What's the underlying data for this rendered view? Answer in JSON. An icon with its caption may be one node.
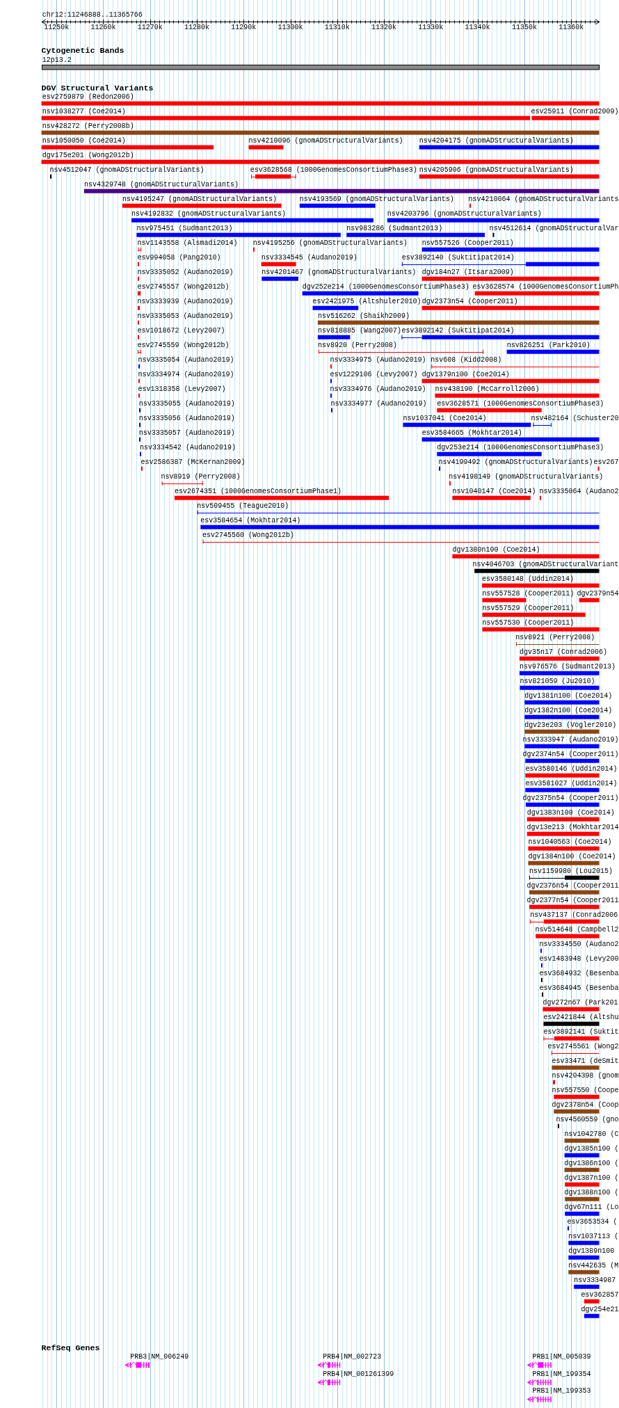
{
  "diagram": {
    "labels": [
      "chr12:11246888..11365766",
      "11250k",
      "11260k",
      "11270k",
      "11280k",
      "11290k",
      "11300k",
      "11310k",
      "11320k",
      "11330k",
      "11340k",
      "11350k",
      "11360k",
      "Cytogenetic Bands",
      "12p13.2",
      "DGV Structural Variants",
      "esv2759879 (Redon2006)",
      "nsv1038277 (Coe2014)",
      "esv25911 (Conrad2009)",
      "nsv428272 (Perry2008b)",
      "nsv1050050 (Coe2014)",
      "nsv4210096 (gnomADStructuralVariants)",
      "nsv4204175 (gnomADStructuralVariants)",
      "dgv175e201 (Wong2012b)",
      "nsv4512047 (gnomADStructuralVariants)",
      "esv3628568 (1000GenomesConsortiumPhase3)",
      "nsv4205906 (gnomADStructuralVariants)",
      "nsv4329748 (gnomADStructuralVariants)",
      "nsv4195247 (gnomADStructuralVariants)",
      "nsv4193569 (gnomADStructuralVariants)",
      "nsv4210064 (gnomADStructuralVariants",
      "nsv4192832 (gnomADStructuralVariants)",
      "nsv4203796 (gnomADStructuralVariants)",
      "nsv975451 (Sudmant2013)",
      "nsv983286 (Sudmant2013)",
      "nsv4512614 (gnomADStructuralVar",
      "nsv1143558 (Alsmadi2014)",
      "nsv4195256 (gnomADStructuralVariants)",
      "nsv557526 (Cooper2011)",
      "esv994058 (Pang2010)",
      "nsv3334545 (Audano2019)",
      "esv3892140 (Suktitipat2014)",
      "nsv3335052 (Audano2019)",
      "nsv4201467 (gnomADStructuralVariants)",
      "dgv184n27 (Itsara2009)",
      "esv2745557 (Wong2012b)",
      "dgv252e214 (1000GenomesConsortiumPhase3)",
      "esv3628574 (1000GenomesConsortiumPh",
      "nsv3333939 (Audano2019)",
      "esv2421975 (Altshuler2010)",
      "dgv2373n54 (Cooper2011)",
      "nsv3335053 (Audano2019)",
      "nsv516262 (Shaikh2009)",
      "esv1018672 (Levy2007)",
      "nsv818885 (Wang2007)",
      "esv3892142 (Suktitipat2014)",
      "esv2745559 (Wong2012b)",
      "nsv8920 (Perry2008)",
      "nsv826251 (Park2010)",
      "nsv3335054 (Audano2019)",
      "nsv3334975 (Audano2019)",
      "nsv608 (Kidd2008)",
      "nsv3334974 (Audano2019)",
      "esv1229106 (Levy2007)",
      "dgv1379n100 (Coe2014)",
      "esv1318358 (Levy2007)",
      "nsv3334976 (Audano2019)",
      "nsv438190 (McCarroll2006)",
      "nsv3335055 (Audano2019)",
      "nsv3334977 (Audano2019)",
      "esv3628571 (1000GenomesConsortiumPhase3)",
      "nsv3335056 (Audano2019)",
      "nsv1037041 (Coe2014)",
      "nsv482164 (Schuster20",
      "nsv3335057 (Audano2019)",
      "esv3584665 (Mokhtar2014)",
      "nsv3334542 (Audano2019)",
      "dgv253e214 (1000GenomesConsortiumPhase3)",
      "esv2586387 (McKernan2009)",
      "nsv4199492 (gnomADStructuralVariants)",
      "esv267",
      "nsv8919 (Perry2008)",
      "nsv4198149 (gnomADStructuralVariants)",
      "esv2674351 (1000GenomesConsortiumPhase1)",
      "nsv1040147 (Coe2014)",
      "nsv3335064 (Audano2",
      "nsv509455 (Teague2010)",
      "esv3584654 (Mokhtar2014)",
      "esv2745560 (Wong2012b)",
      "dgv1380n100 (Coe2014)",
      "nsv4046703 (gnomADStructuralVariant",
      "esv3580148 (Uddin2014)",
      "nsv557528 (Cooper2011)",
      "dgv2379n54",
      "nsv557529 (Cooper2011)",
      "nsv557530 (Cooper2011)",
      "nsv8921 (Perry2008)",
      "dgv35n17 (Conrad2006)",
      "nsv976576 (Sudmant2013)",
      "nsv821059 (Ju2010)",
      "dgv1381n100 (Coe2014)",
      "dgv1382n100 (Coe2014)",
      "dgv23e203 (Vogler2010)",
      "nsv3333947 (Audano2019)",
      "dgv2374n54 (Cooper2011)",
      "esv3580146 (Uddin2014)",
      "esv3581027 (Uddin2014)",
      "dgv2375n54 (Cooper2011)",
      "dgv1383n100 (Coe2014)",
      "dgv13e213 (Mokhtar2014",
      "nsv1040563 (Coe2014)",
      "dgv1384n100 (Coe2014)",
      "nsv1159980 (Lou2015)",
      "dgv2376n54 (Cooper2011",
      "dgv2377n54 (Cooper2011",
      "nsv437137 (Conrad2006",
      "nsv514648 (Campbell2",
      "nsv3334550 (Audano2",
      "esv1483948 (Levy200",
      "esv3684932 (Besenba",
      "esv3684945 (Besenba",
      "dgv272n67 (Park201",
      "esv2421844 (Altshu",
      "esv3892141 (Suktit",
      "esv2745561 (Wong2",
      "esv33471 (deSmit",
      "nsv4204398 (gnom",
      "nsv557550 (Coope",
      "dgv2378n54 (Coop",
      "nsv4560559 (gno",
      "nsv1042780 (C",
      "dgv1385n100 (",
      "dgv1386n100 (",
      "dgv1387n100 (",
      "dgv1388n100 (",
      "dgv67n111 (Lo",
      "esv3653534 (",
      "nsv1037113 (",
      "dgv1389n100",
      "nsv442635 (M",
      "nsv3334987",
      "esv362857",
      "dgv254e21",
      "RefSeq Genes",
      "PRB3|NM_006249",
      "PRB4|NM_002723",
      "PRB1|NM_005039",
      "PRB4|NM_001261399",
      "PRB1|NM_199354",
      "PRB1|NM_199353"
    ]
  }
}
